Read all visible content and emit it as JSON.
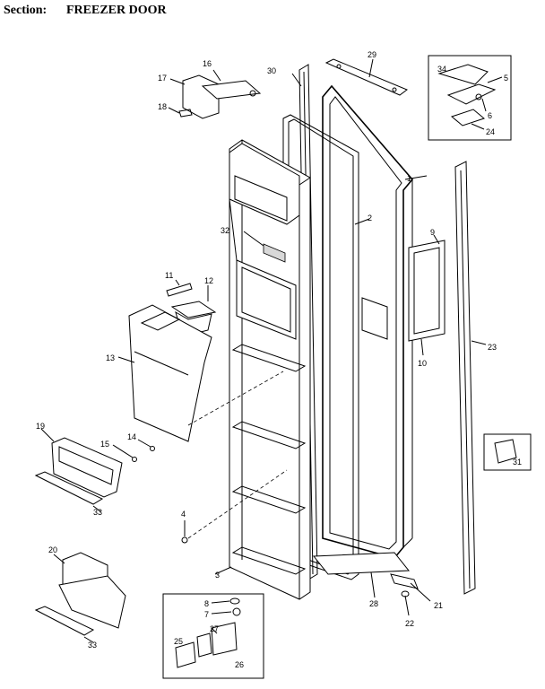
{
  "header": {
    "section_label": "Section:",
    "section_name": "FREEZER DOOR"
  },
  "callouts": {
    "p1": "1",
    "p2": "2",
    "p3": "3",
    "p4": "4",
    "p5": "5",
    "p6": "6",
    "p7": "7",
    "p8": "8",
    "p9": "9",
    "p10": "10",
    "p11": "11",
    "p12": "12",
    "p13": "13",
    "p14": "14",
    "p15": "15",
    "p16": "16",
    "p17": "17",
    "p18": "18",
    "p19": "19",
    "p20": "20",
    "p21": "21",
    "p22": "22",
    "p23": "23",
    "p24": "24",
    "p25": "25",
    "p26": "26",
    "p27": "27",
    "p28": "28",
    "p29": "29",
    "p30": "30",
    "p31": "31",
    "p32": "32",
    "p33a": "33",
    "p33b": "33",
    "p34": "34"
  }
}
